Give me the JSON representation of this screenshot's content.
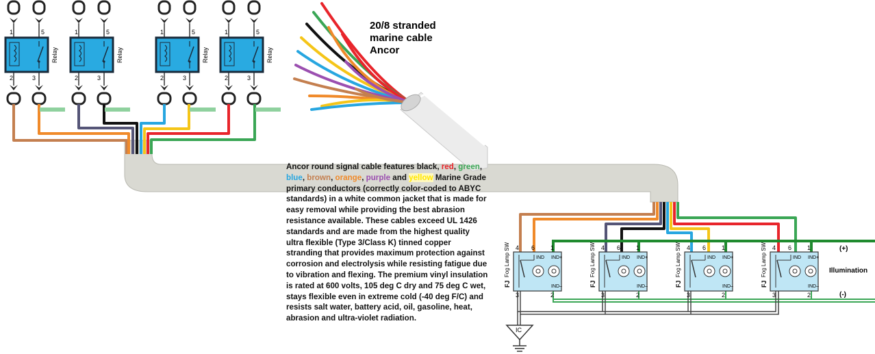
{
  "caption": {
    "line1": "20/8 stranded",
    "line2": "marine cable",
    "line3": "Ancor"
  },
  "description": {
    "intro": "Ancor round signal cable features black, ",
    "colors": [
      {
        "word": "red",
        "color": "#e8252b"
      },
      {
        "word": "green",
        "color": "#3aa655"
      },
      {
        "word": "blue",
        "color": "#27a6e0"
      },
      {
        "word": "brown",
        "color": "#c47f4f"
      },
      {
        "word": "orange",
        "color": "#f08a2a"
      },
      {
        "word": "purple",
        "color": "#9b4fb0"
      },
      {
        "word": "yellow",
        "color": "#ffe600"
      }
    ],
    "sep1": ", ",
    "and": " and ",
    "body": " Marine Grade primary conductors (correctly color-coded to ABYC standards) in a white common jacket that is made for easy removal while providing the best abrasion resistance available. These cables exceed UL 1426 standards and are made from the highest quality ultra flexible (Type 3/Class K) tinned copper stranding that provides maximum protection against corrosion and electrolysis while resisting fatigue due to vibration and flexing. The premium vinyl insulation is rated at 600 volts, 105 deg C dry and 75 deg C wet, stays flexible even in extreme cold (-40 deg F/C) and resists salt water, battery acid, oil, gasoline, heat, abrasion and ultra-violet radiation."
  },
  "relays": {
    "label": "Relay",
    "pin_top_left": "1",
    "pin_top_right": "5",
    "pin_bottom_left": "2",
    "pin_bottom_right": "3",
    "box_color": "#29aae1"
  },
  "switches": {
    "brand": "FJ",
    "name": "Fog Lamp SW",
    "ind_label": "IND",
    "ind_plus": "IND+",
    "ind_minus": "IND–",
    "pin1": "1",
    "pin2": "2",
    "pin3": "3",
    "pin4": "4",
    "pin6": "6",
    "box_color": "#bfe6f5"
  },
  "bus_labels": {
    "plus": "(+)",
    "minus": "(-)",
    "illumination": "Illumination",
    "ic": "IC"
  },
  "wire_colors": {
    "brown": "#c47f4f",
    "orange": "#f08a2a",
    "purple": "#555577",
    "black": "#111111",
    "blue": "#27a6e0",
    "yellow": "#f5c518",
    "red": "#e8252b",
    "green": "#3aa655",
    "bus_green": "#1f8a2e",
    "jacket": "#d9d9d2"
  }
}
